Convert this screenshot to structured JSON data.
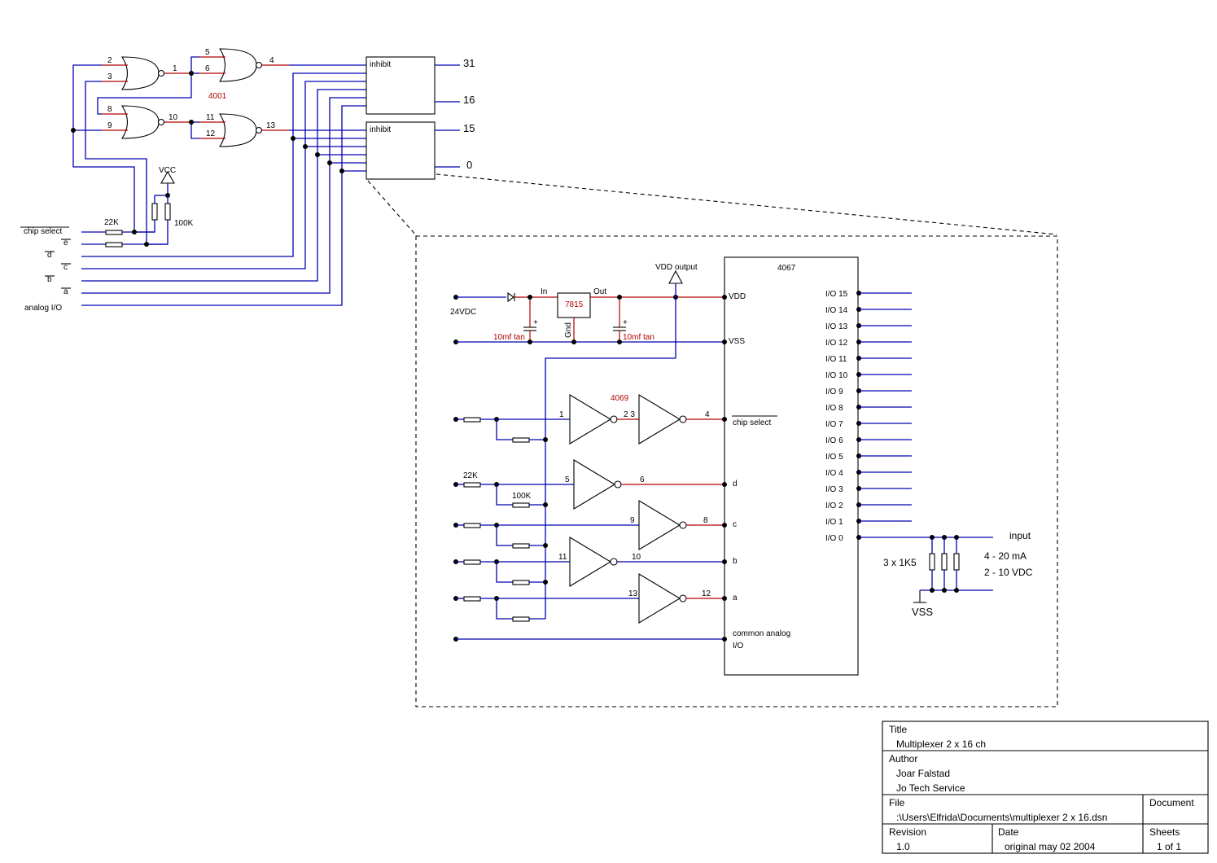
{
  "gates_top": {
    "pins_g1": [
      "2",
      "3",
      "1"
    ],
    "pins_g2": [
      "5",
      "6",
      "4"
    ],
    "pins_g3": [
      "8",
      "9",
      "10"
    ],
    "pins_g4": [
      "11",
      "12",
      "13"
    ],
    "ic_label": "4001",
    "vcc": "VCC",
    "r22k": "22K",
    "r100k": "100K",
    "mux_inhibit_1": "inhibit",
    "mux_inhibit_2": "inhibit",
    "out_31": "31",
    "out_16": "16",
    "out_15": "15",
    "out_0": "0"
  },
  "inputs_left": {
    "chip_select": "chip select",
    "e": "e",
    "d": "d",
    "c": "c",
    "b": "b",
    "a": "a",
    "analog_io": "analog I/O"
  },
  "detail": {
    "ic_name": "4067",
    "vdd_output": "VDD output",
    "v24": "24VDC",
    "reg_in": "In",
    "reg_out": "Out",
    "reg_name": "7815",
    "reg_gnd": "Gnd",
    "cap_left": "10mf tan",
    "cap_right": "10mf tan",
    "pin_vdd": "VDD",
    "pin_vss": "VSS",
    "inv_ic": "4069",
    "pin_chip_select": "chip select",
    "pin_d": "d",
    "pin_c": "c",
    "pin_b": "b",
    "pin_a": "a",
    "common_analog_1": "common analog",
    "common_analog_2": "I/O",
    "r22k": "22K",
    "r100k": "100K",
    "inv_pins": [
      "1",
      "2 3",
      "4",
      "5",
      "6",
      "9",
      "8",
      "11",
      "10",
      "13",
      "12"
    ],
    "io_labels": [
      "I/O  15",
      "I/O  14",
      "I/O  13",
      "I/O  12",
      "I/O  11",
      "I/O  10",
      "I/O  9",
      "I/O  8",
      "I/O  7",
      "I/O  6",
      "I/O  5",
      "I/O  4",
      "I/O  3",
      "I/O  2",
      "I/O  1",
      "I/O  0"
    ],
    "input_label": "input",
    "resistors_label": "3 x 1K5",
    "range_ma": "4 - 20 mA",
    "range_v": "2 - 10 VDC",
    "vss": "VSS"
  },
  "title_block": {
    "title_label": "Title",
    "title_value": "Multiplexer 2 x 16 ch",
    "author_label": "Author",
    "author_value_1": "Joar Falstad",
    "author_value_2": "Jo Tech Service",
    "file_label": "File",
    "file_value": ":\\Users\\Elfrida\\Documents\\multiplexer 2 x 16.dsn",
    "document_label": "Document",
    "revision_label": "Revision",
    "revision_value": "1.0",
    "date_label": "Date",
    "date_value": "original may 02  2004",
    "sheets_label": "Sheets",
    "sheets_value": "1 of 1"
  }
}
